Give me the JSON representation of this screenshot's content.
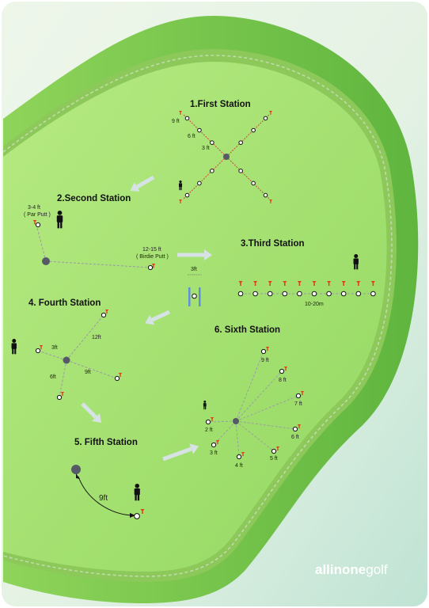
{
  "stations": {
    "first": {
      "title": "1.First Station",
      "labels": [
        "9 ft",
        "6 ft",
        "3 ft"
      ]
    },
    "second": {
      "title": "2.Second Station",
      "near_label_1": "3-4 ft",
      "near_label_2": "( Par Putt )",
      "far_label_1": "12-15 ft",
      "far_label_2": "( Birdie Putt )"
    },
    "third": {
      "title": "3.Third Station",
      "gate_label": "3ft",
      "range_label": "10-20m"
    },
    "fourth": {
      "title": "4. Fourth Station",
      "labels": [
        "3ft",
        "12ft",
        "6ft",
        "9ft"
      ]
    },
    "fifth": {
      "title": "5. Fifth Station",
      "distance_label": "9ft"
    },
    "sixth": {
      "title": "6. Sixth Station",
      "labels": [
        "9 ft",
        "8 ft",
        "7 ft",
        "6 ft",
        "5 ft",
        "4 ft",
        "3 ft",
        "2 ft"
      ]
    }
  },
  "brand": {
    "part1": "allinone",
    "part2": "golf"
  },
  "colors": {
    "green_outer": "#66bb44",
    "green_inner": "#a8e070",
    "flag": "#e53b1e",
    "hole": "#555a66"
  }
}
